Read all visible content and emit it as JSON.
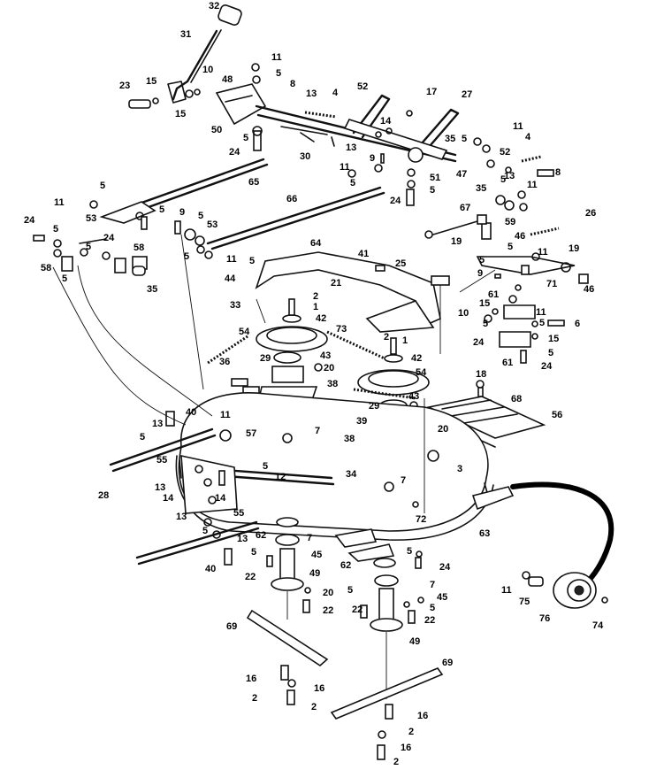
{
  "callouts": [
    {
      "id": "c32a",
      "text": "32"
    },
    {
      "id": "c31a",
      "text": "31"
    },
    {
      "id": "c11a",
      "text": "11"
    },
    {
      "id": "c5a",
      "text": "5"
    },
    {
      "id": "c10a",
      "text": "10"
    },
    {
      "id": "c23a",
      "text": "23"
    },
    {
      "id": "c15a",
      "text": "15"
    },
    {
      "id": "c15b",
      "text": "15"
    },
    {
      "id": "c48a",
      "text": "48"
    },
    {
      "id": "c8a",
      "text": "8"
    },
    {
      "id": "c13a",
      "text": "13"
    },
    {
      "id": "c4a",
      "text": "4"
    },
    {
      "id": "c52a",
      "text": "52"
    },
    {
      "id": "c17a",
      "text": "17"
    },
    {
      "id": "c27a",
      "text": "27"
    },
    {
      "id": "c14a",
      "text": "14"
    },
    {
      "id": "c50a",
      "text": "50"
    },
    {
      "id": "c5b",
      "text": "5"
    },
    {
      "id": "c24a",
      "text": "24"
    },
    {
      "id": "c30a",
      "text": "30"
    },
    {
      "id": "c13b",
      "text": "13"
    },
    {
      "id": "c9a",
      "text": "9"
    },
    {
      "id": "c11b",
      "text": "11"
    },
    {
      "id": "c5c",
      "text": "5"
    },
    {
      "id": "c51a",
      "text": "51"
    },
    {
      "id": "c5d",
      "text": "5"
    },
    {
      "id": "c24b",
      "text": "24"
    },
    {
      "id": "c47a",
      "text": "47"
    },
    {
      "id": "c35a",
      "text": "35"
    },
    {
      "id": "c5e",
      "text": "5"
    },
    {
      "id": "c11c",
      "text": "11"
    },
    {
      "id": "c52b",
      "text": "52"
    },
    {
      "id": "c4b",
      "text": "4"
    },
    {
      "id": "c13c",
      "text": "13"
    },
    {
      "id": "c8b",
      "text": "8"
    },
    {
      "id": "c35b",
      "text": "35"
    },
    {
      "id": "c5f",
      "text": "5"
    },
    {
      "id": "c11d",
      "text": "11"
    },
    {
      "id": "c59a",
      "text": "59"
    },
    {
      "id": "c67a",
      "text": "67"
    },
    {
      "id": "c26a",
      "text": "26"
    },
    {
      "id": "c46a",
      "text": "46"
    },
    {
      "id": "c19a",
      "text": "19"
    },
    {
      "id": "c19b",
      "text": "19"
    },
    {
      "id": "c5g",
      "text": "5"
    },
    {
      "id": "c11e",
      "text": "11"
    },
    {
      "id": "c5h",
      "text": "5"
    },
    {
      "id": "c9b",
      "text": "9"
    },
    {
      "id": "c71a",
      "text": "71"
    },
    {
      "id": "c46b",
      "text": "46"
    },
    {
      "id": "c11f",
      "text": "11"
    },
    {
      "id": "c5i",
      "text": "5"
    },
    {
      "id": "c65a",
      "text": "65"
    },
    {
      "id": "c66a",
      "text": "66"
    },
    {
      "id": "c53a",
      "text": "53"
    },
    {
      "id": "c5j",
      "text": "5"
    },
    {
      "id": "c9c",
      "text": "9"
    },
    {
      "id": "c5k",
      "text": "5"
    },
    {
      "id": "c53b",
      "text": "53"
    },
    {
      "id": "c24c",
      "text": "24"
    },
    {
      "id": "c5l",
      "text": "5"
    },
    {
      "id": "c24d",
      "text": "24"
    },
    {
      "id": "c5m",
      "text": "5"
    },
    {
      "id": "c58a",
      "text": "58"
    },
    {
      "id": "c5n",
      "text": "5"
    },
    {
      "id": "c58b",
      "text": "58"
    },
    {
      "id": "c5o",
      "text": "5"
    },
    {
      "id": "c11g",
      "text": "11"
    },
    {
      "id": "c35c",
      "text": "35"
    },
    {
      "id": "c64a",
      "text": "64"
    },
    {
      "id": "c41a",
      "text": "41"
    },
    {
      "id": "c25a",
      "text": "25"
    },
    {
      "id": "c5p",
      "text": "5"
    },
    {
      "id": "c44a",
      "text": "44"
    },
    {
      "id": "c21a",
      "text": "21"
    },
    {
      "id": "c33a",
      "text": "33"
    },
    {
      "id": "c2a",
      "text": "2"
    },
    {
      "id": "c1a",
      "text": "1"
    },
    {
      "id": "c42a",
      "text": "42"
    },
    {
      "id": "c73a",
      "text": "73"
    },
    {
      "id": "c54a",
      "text": "54"
    },
    {
      "id": "c2b",
      "text": "2"
    },
    {
      "id": "c1b",
      "text": "1"
    },
    {
      "id": "c42b",
      "text": "42"
    },
    {
      "id": "c36a",
      "text": "36"
    },
    {
      "id": "c29a",
      "text": "29"
    },
    {
      "id": "c43a",
      "text": "43"
    },
    {
      "id": "c20a",
      "text": "20"
    },
    {
      "id": "c54b",
      "text": "54"
    },
    {
      "id": "c38a",
      "text": "38"
    },
    {
      "id": "c18a",
      "text": "18"
    },
    {
      "id": "c68a",
      "text": "68"
    },
    {
      "id": "c29b",
      "text": "29"
    },
    {
      "id": "c43b",
      "text": "43"
    },
    {
      "id": "c39a",
      "text": "39"
    },
    {
      "id": "c56a",
      "text": "56"
    },
    {
      "id": "c20b",
      "text": "20"
    },
    {
      "id": "c38b",
      "text": "38"
    },
    {
      "id": "c7a",
      "text": "7"
    },
    {
      "id": "c11h",
      "text": "11"
    },
    {
      "id": "c40a",
      "text": "40"
    },
    {
      "id": "c13d",
      "text": "13"
    },
    {
      "id": "c5q",
      "text": "5"
    },
    {
      "id": "c57a",
      "text": "57"
    },
    {
      "id": "c55a",
      "text": "55"
    },
    {
      "id": "c5r",
      "text": "5"
    },
    {
      "id": "c12a",
      "text": "12"
    },
    {
      "id": "c28a",
      "text": "28"
    },
    {
      "id": "c13e",
      "text": "13"
    },
    {
      "id": "c14b",
      "text": "14"
    },
    {
      "id": "c14c",
      "text": "14"
    },
    {
      "id": "c13f",
      "text": "13"
    },
    {
      "id": "c55b",
      "text": "55"
    },
    {
      "id": "c5s",
      "text": "5"
    },
    {
      "id": "c13g",
      "text": "13"
    },
    {
      "id": "c34a",
      "text": "34"
    },
    {
      "id": "c7b",
      "text": "7"
    },
    {
      "id": "c3a",
      "text": "3"
    },
    {
      "id": "c72a",
      "text": "72"
    },
    {
      "id": "c63a",
      "text": "63"
    },
    {
      "id": "c61a",
      "text": "61"
    },
    {
      "id": "c15c",
      "text": "15"
    },
    {
      "id": "c10b",
      "text": "10"
    },
    {
      "id": "c5t",
      "text": "5"
    },
    {
      "id": "c11i",
      "text": "11"
    },
    {
      "id": "c5u",
      "text": "5"
    },
    {
      "id": "c6a",
      "text": "6"
    },
    {
      "id": "c24e",
      "text": "24"
    },
    {
      "id": "c15d",
      "text": "15"
    },
    {
      "id": "c5v",
      "text": "5"
    },
    {
      "id": "c61b",
      "text": "61"
    },
    {
      "id": "c24f",
      "text": "24"
    },
    {
      "id": "c40b",
      "text": "40"
    },
    {
      "id": "c62a",
      "text": "62"
    },
    {
      "id": "c7c",
      "text": "7"
    },
    {
      "id": "c5w",
      "text": "5"
    },
    {
      "id": "c45a",
      "text": "45"
    },
    {
      "id": "c22a",
      "text": "22"
    },
    {
      "id": "c49a",
      "text": "49"
    },
    {
      "id": "c20c",
      "text": "20"
    },
    {
      "id": "c22b",
      "text": "22"
    },
    {
      "id": "c62b",
      "text": "62"
    },
    {
      "id": "c5x",
      "text": "5"
    },
    {
      "id": "c24g",
      "text": "24"
    },
    {
      "id": "c7d",
      "text": "7"
    },
    {
      "id": "c5y",
      "text": "5"
    },
    {
      "id": "c45b",
      "text": "45"
    },
    {
      "id": "c22c",
      "text": "22"
    },
    {
      "id": "c22d",
      "text": "22"
    },
    {
      "id": "c5z",
      "text": "5"
    },
    {
      "id": "c49b",
      "text": "49"
    },
    {
      "id": "c11j",
      "text": "11"
    },
    {
      "id": "c75a",
      "text": "75"
    },
    {
      "id": "c76a",
      "text": "76"
    },
    {
      "id": "c74a",
      "text": "74"
    },
    {
      "id": "c69a",
      "text": "69"
    },
    {
      "id": "c69b",
      "text": "69"
    },
    {
      "id": "c16a",
      "text": "16"
    },
    {
      "id": "c2c",
      "text": "2"
    },
    {
      "id": "c16b",
      "text": "16"
    },
    {
      "id": "c2d",
      "text": "2"
    },
    {
      "id": "c16c",
      "text": "16"
    },
    {
      "id": "c2e",
      "text": "2"
    },
    {
      "id": "c16d",
      "text": "16"
    },
    {
      "id": "c2f",
      "text": "2"
    }
  ]
}
